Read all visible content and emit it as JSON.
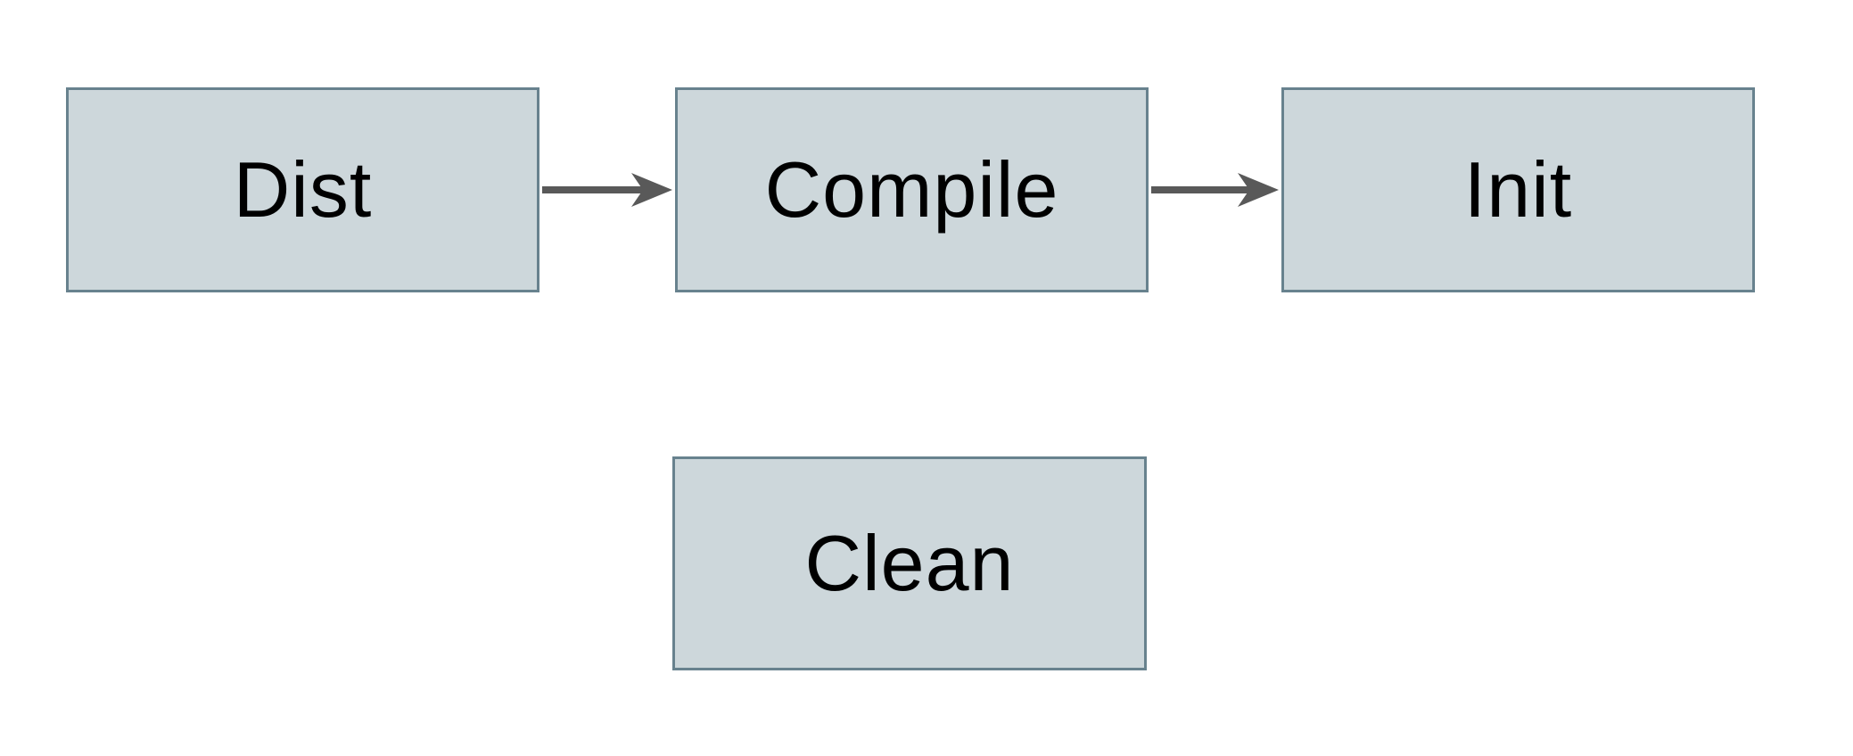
{
  "diagram": {
    "title": "build-targets-flowchart",
    "nodes": [
      {
        "id": "dist",
        "label": "Dist"
      },
      {
        "id": "compile",
        "label": "Compile"
      },
      {
        "id": "init",
        "label": "Init"
      },
      {
        "id": "clean",
        "label": "Clean"
      }
    ],
    "edges": [
      {
        "from": "Dist",
        "to": "Compile"
      },
      {
        "from": "Compile",
        "to": "Init"
      }
    ]
  },
  "colors": {
    "background": "#ffffff",
    "node-fill": "#cdd7db",
    "node-border": "#68828e",
    "node-text": "#000000",
    "arrow": "#595959"
  }
}
